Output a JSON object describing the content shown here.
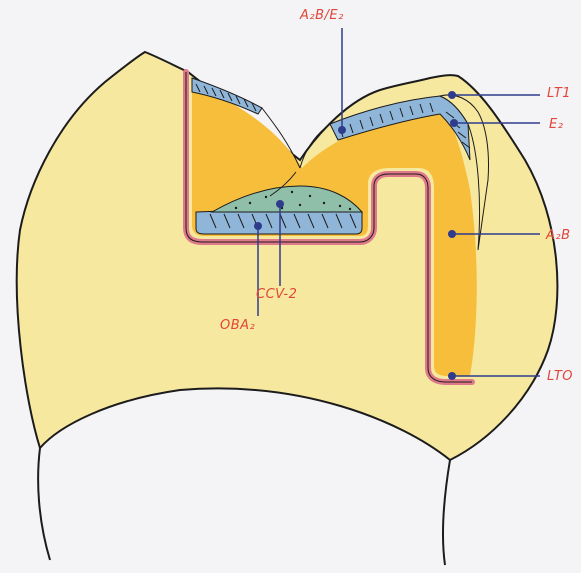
{
  "labels": {
    "a2b_e2": "A₂B/E₂",
    "lt1": "LT1",
    "e2": "E₂",
    "a2b": "A₂B",
    "lto": "LTO",
    "ccv2": "CCV-2",
    "oba2": "OBA₂"
  },
  "colors": {
    "background": "#f4f4f6",
    "tooth": "#f7e8a0",
    "outline": "#1c1c1c",
    "adhesive_layer": "#e07a8a",
    "composite_a2b": "#f7be3c",
    "enamel_e2": "#8fb6d8",
    "liner_ccv2": "#8fbfa8",
    "leader_line": "#2f3c8c",
    "label_text": "#e0463a"
  }
}
